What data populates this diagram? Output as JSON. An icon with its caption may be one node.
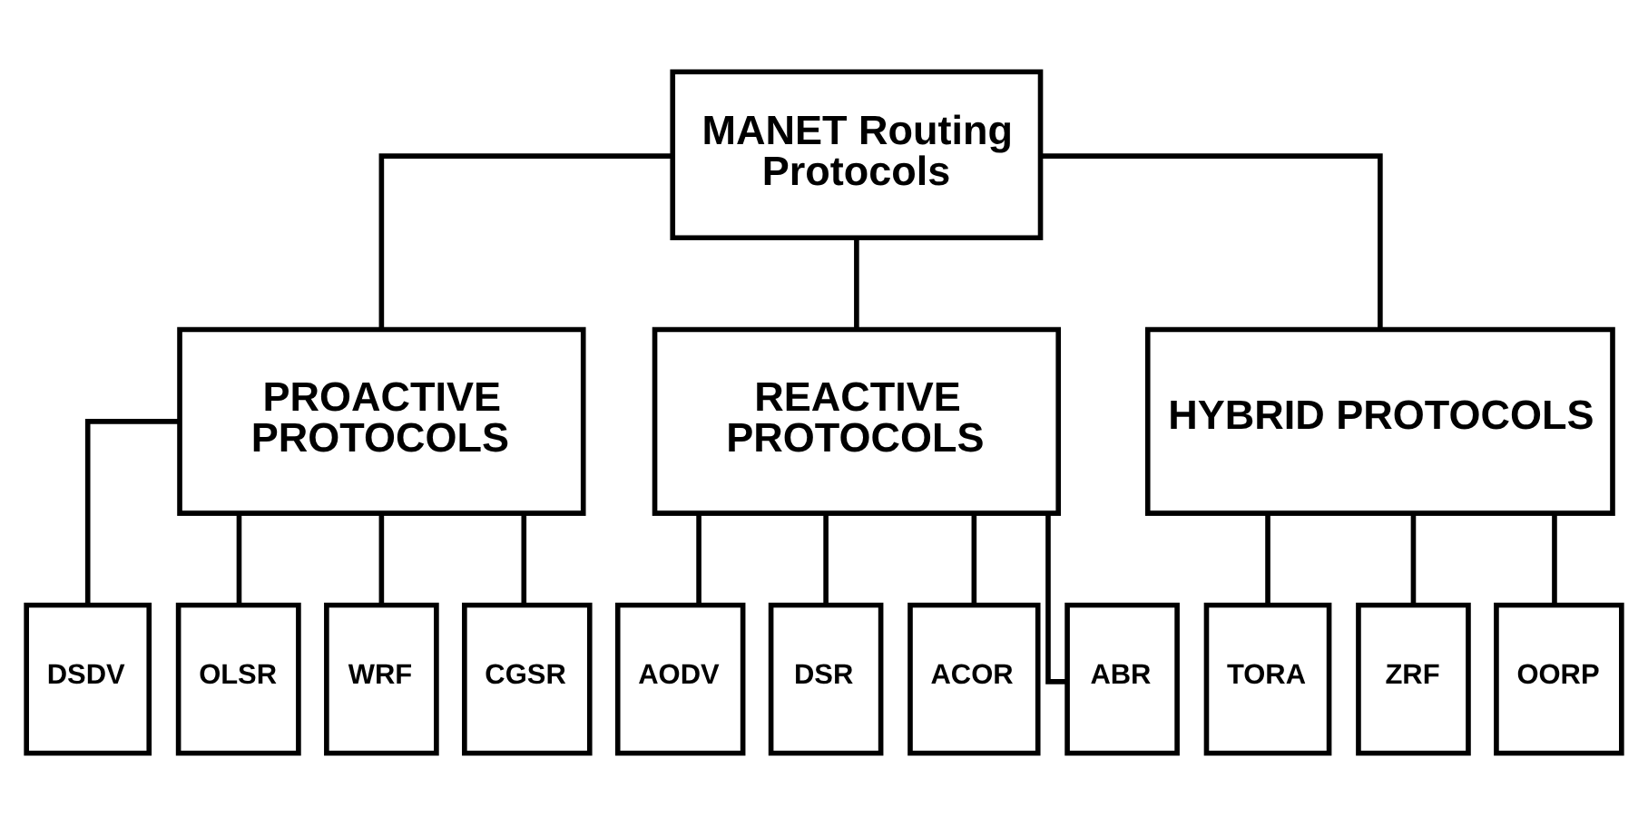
{
  "diagram": {
    "nodes": [
      {
        "text": [
          "MANET Routing Protocols"
        ]
      },
      {
        "text": [
          "PROACTIVE PROTOCOLS"
        ]
      },
      {
        "text": [
          "REACTIVE PROTOCOLS"
        ]
      },
      {
        "text": [
          "HYBRID PROTOCOLS"
        ]
      },
      {
        "text": [
          "DSDV"
        ]
      },
      {
        "text": [
          "OLSR"
        ]
      },
      {
        "text": [
          "WRF"
        ]
      },
      {
        "text": [
          "CGSR"
        ]
      },
      {
        "text": [
          "AODV"
        ]
      },
      {
        "text": [
          "DSR"
        ]
      },
      {
        "text": [
          "ACOR"
        ]
      },
      {
        "text": [
          "ABR"
        ]
      },
      {
        "text": [
          "TORA"
        ]
      },
      {
        "text": [
          "ZRF"
        ]
      },
      {
        "text": [
          "OORP"
        ]
      }
    ],
    "edges": [
      {
        "from": 0,
        "to": 1,
        "arrow": "none"
      },
      {
        "from": 0,
        "to": 2,
        "arrow": "none"
      },
      {
        "from": 0,
        "to": 3,
        "arrow": "none"
      },
      {
        "from": 1,
        "to": 4,
        "arrow": "none"
      },
      {
        "from": 1,
        "to": 5,
        "arrow": "none"
      },
      {
        "from": 1,
        "to": 6,
        "arrow": "none"
      },
      {
        "from": 1,
        "to": 7,
        "arrow": "none"
      },
      {
        "from": 2,
        "to": 8,
        "arrow": "none"
      },
      {
        "from": 2,
        "to": 9,
        "arrow": "none"
      },
      {
        "from": 2,
        "to": 10,
        "arrow": "none"
      },
      {
        "from": 2,
        "to": 11,
        "arrow": "none"
      },
      {
        "from": 3,
        "to": 12,
        "arrow": "none"
      },
      {
        "from": 3,
        "to": 13,
        "arrow": "none"
      },
      {
        "from": 3,
        "to": 14,
        "arrow": "none"
      }
    ]
  }
}
